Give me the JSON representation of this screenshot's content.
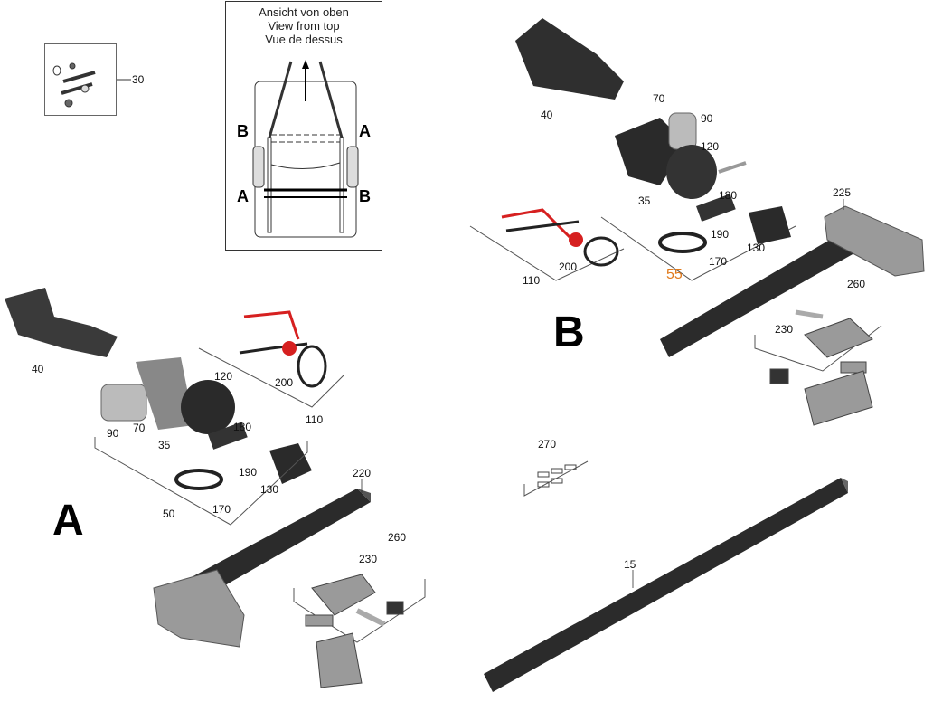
{
  "inset": {
    "title_lines": [
      "Ansicht von oben",
      "View from top",
      "Vue de dessus"
    ],
    "corner_labels": {
      "top_left": "B",
      "top_right": "A",
      "bottom_left": "A",
      "bottom_right": "B"
    }
  },
  "assembly_a": {
    "letter": "A",
    "labels": {
      "kit": "30",
      "cover": "40",
      "p90": "90",
      "p70": "70",
      "p120": "120",
      "p35": "35",
      "p180": "180",
      "p190": "190",
      "p130": "130",
      "p170": "170",
      "p50": "50",
      "p200": "200",
      "p110": "110",
      "p220": "220",
      "p260": "260",
      "p230": "230"
    }
  },
  "assembly_b": {
    "letter": "B",
    "labels": {
      "cover": "40",
      "p70": "70",
      "p90": "90",
      "p120": "120",
      "p35": "35",
      "p180": "180",
      "p190": "190",
      "p130": "130",
      "p170": "170",
      "p55": "55",
      "p200": "200",
      "p110": "110",
      "p225": "225",
      "p260": "260",
      "p230": "230"
    }
  },
  "loose_parts": {
    "p270": "270",
    "p15": "15"
  },
  "colors": {
    "highlight": "#e07a1c",
    "beam": "#2b2b2b",
    "bracket": "#9a9a9a",
    "cable_red": "#d62020"
  }
}
